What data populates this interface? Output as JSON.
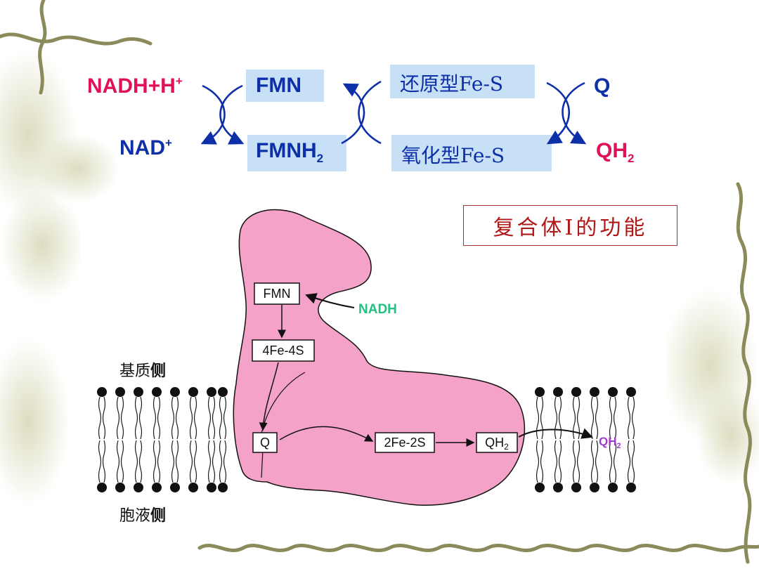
{
  "reaction": {
    "nadh_h": "NADH+H",
    "nadh_h_sup": "+",
    "nad": "NAD",
    "nad_sup": "+",
    "fmn": "FMN",
    "fmnh2_base": "FMNH",
    "fmnh2_sub": "2",
    "fes_reduced": "还原型Fe-S",
    "fes_oxidized": "氧化型Fe-S",
    "q": "Q",
    "qh2_base": "QH",
    "qh2_sub": "2"
  },
  "title": "复合体Ⅰ的功能",
  "figure": {
    "matrix_side_prefix": "基质",
    "matrix_side_bold": "侧",
    "cytosol_side_prefix": "胞液",
    "cytosol_side_bold": "侧",
    "fmn": "FMN",
    "nadh": "NADH",
    "fe4s4": "4Fe-4S",
    "q": "Q",
    "fe2s2": "2Fe-2S",
    "qh2_inner_base": "QH",
    "qh2_inner_sub": "2",
    "qh2_out_base": "QH",
    "qh2_out_sub": "2"
  },
  "colors": {
    "complex_fill": "#f4a2c8",
    "nadh_label": "#22c082",
    "qh2_label": "#9d3cc8",
    "box_fill": "#c7e0f6",
    "pink_text": "#e0105a",
    "blue_text": "#0d2fa8",
    "title_text": "#b01818"
  }
}
